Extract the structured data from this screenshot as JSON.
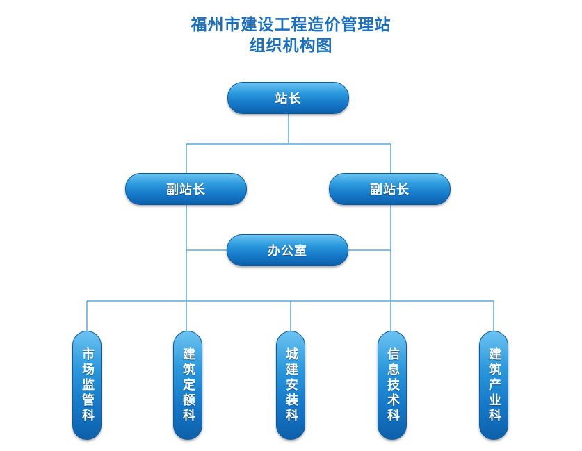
{
  "title": {
    "line1": "福州市建设工程造价管理站",
    "line2": "组织机构图"
  },
  "nodes": {
    "director": "站长",
    "deputy_left": "副站长",
    "deputy_right": "副站长",
    "office": "办公室",
    "departments": [
      "市场监管科",
      "建筑定额科",
      "城建安装科",
      "信息技术科",
      "建筑产业科"
    ]
  },
  "colors": {
    "title": "#1a6fbf",
    "connector": "#5aa9dc",
    "node_top": "#6cc3f2",
    "node_bottom": "#0e60aa",
    "node_text": "#ffffff"
  }
}
